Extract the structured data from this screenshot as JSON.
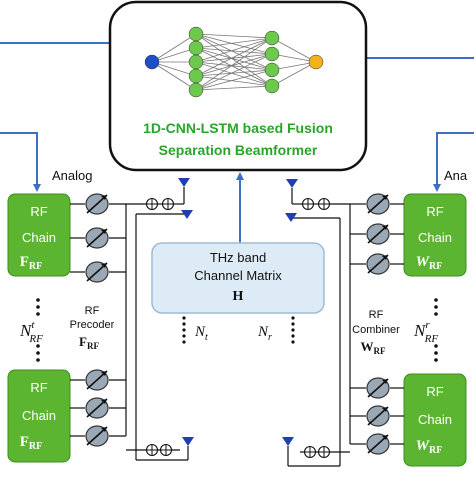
{
  "beamformer": {
    "line1": "1D-CNN-LSTM based Fusion",
    "line2": "Separation Beamformer",
    "network": {
      "inputs": 1,
      "hidden1": 5,
      "hidden2": 4,
      "outputs": 1
    }
  },
  "channel": {
    "line1": "THz band",
    "line2": "Channel Matrix",
    "symbol": "H"
  },
  "left": {
    "analog_label": "Analog",
    "rf_chain_1": {
      "line1": "RF",
      "line2": "Chain",
      "matrix": "F",
      "subscript": "RF"
    },
    "rf_chain_2": {
      "line1": "RF",
      "line2": "Chain",
      "matrix": "F",
      "subscript": "RF"
    },
    "precoder": {
      "line1": "RF",
      "line2": "Precoder",
      "matrix": "F",
      "subscript": "RF"
    },
    "count": {
      "symbol": "N",
      "superscript": "t",
      "subscript": "RF"
    },
    "antenna_count": {
      "symbol": "N",
      "subscript": "t"
    }
  },
  "right": {
    "analog_label": "Ana",
    "rf_chain_1": {
      "line1": "RF",
      "line2": "Chain",
      "matrix": "W",
      "subscript": "RF"
    },
    "rf_chain_2": {
      "line1": "RF",
      "line2": "Chain",
      "matrix": "W",
      "subscript": "RF"
    },
    "combiner": {
      "line1": "RF",
      "line2": "Combiner",
      "matrix": "W",
      "subscript": "RF"
    },
    "count": {
      "symbol": "N",
      "superscript": "r",
      "subscript": "RF"
    },
    "antenna_count": {
      "symbol": "N",
      "subscript": "r"
    }
  },
  "colors": {
    "line_blue": "#3a6fc4",
    "box_green": "#5cb531",
    "box_green_stroke": "#3f8a20",
    "channel_fill": "#dcebf6",
    "channel_stroke": "#9fbcd6",
    "antenna_blue": "#1e3fb0",
    "node_blue": "#1e4fc9",
    "node_green": "#6cc94b",
    "node_orange": "#f2b21b",
    "phase_fill": "#9aa8b5"
  }
}
